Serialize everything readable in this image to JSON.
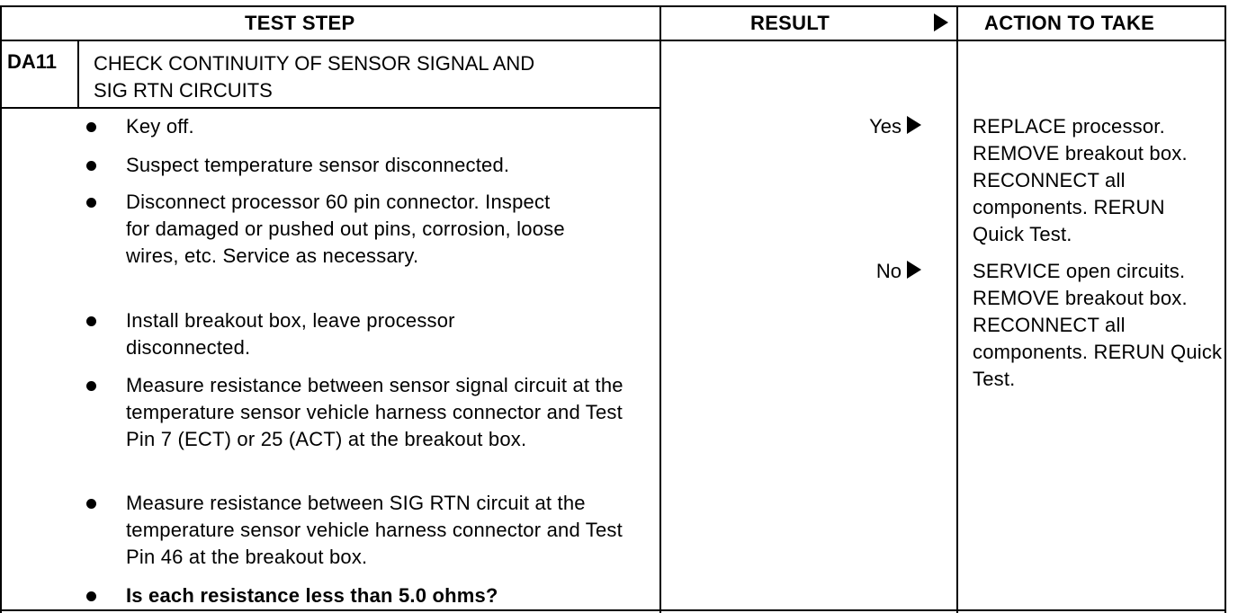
{
  "header": {
    "test_step": "TEST STEP",
    "result": "RESULT",
    "action_to_take": "ACTION TO TAKE"
  },
  "step": {
    "code": "DA11",
    "title_line1": "CHECK CONTINUITY OF SENSOR SIGNAL AND",
    "title_line2": "SIG RTN CIRCUITS"
  },
  "instructions": [
    "Key off.",
    "Suspect temperature sensor disconnected.",
    "Disconnect processor 60 pin connector. Inspect for damaged or pushed out pins, corrosion, loose wires, etc. Service as necessary.",
    "Install breakout box, leave processor disconnected.",
    "Measure resistance between sensor signal circuit at the temperature sensor vehicle harness connector and Test Pin 7 (ECT) or 25 (ACT) at the breakout box.",
    "Measure resistance between SIG RTN circuit at the temperature sensor vehicle harness connector and Test Pin 46 at the breakout box.",
    "Is each resistance less than 5.0 ohms?"
  ],
  "results": [
    {
      "label": "Yes",
      "action": "REPLACE processor. REMOVE breakout box. RECONNECT all components. RERUN Quick Test."
    },
    {
      "label": "No",
      "action": "SERVICE open circuits. REMOVE breakout box. RECONNECT all components. RERUN Quick Test."
    }
  ]
}
